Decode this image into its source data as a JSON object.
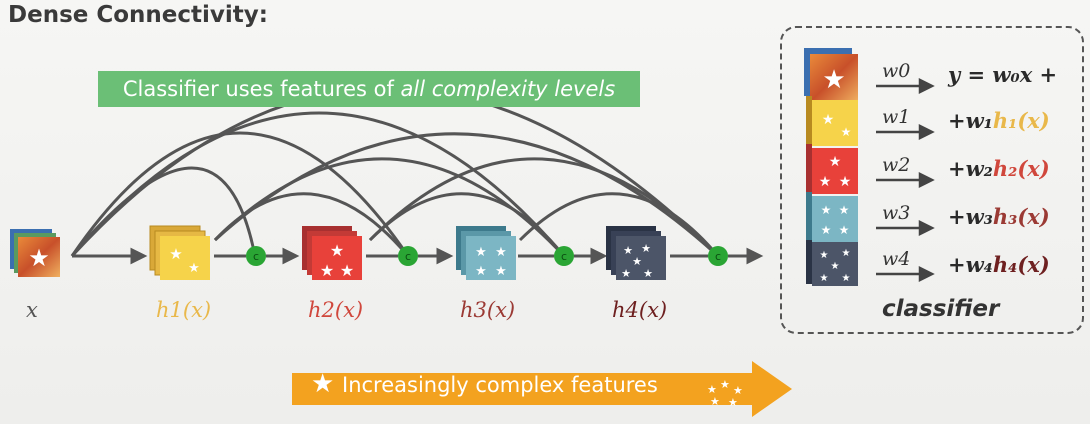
{
  "title": "Dense Connectivity:",
  "banner": {
    "prefix": "Classifier uses features of ",
    "emphasis": "all complexity levels"
  },
  "layers": [
    {
      "name": "x",
      "color": "#555555"
    },
    {
      "name": "h1(x)",
      "color": "#e9b84a"
    },
    {
      "name": "h2(x)",
      "color": "#d0473c"
    },
    {
      "name": "h3(x)",
      "color": "#9b3a34"
    },
    {
      "name": "h4(x)",
      "color": "#6e2020"
    }
  ],
  "concat_symbol": "c",
  "bottom_arrow": {
    "text": "Increasingly complex features"
  },
  "classifier": {
    "label": "classifier",
    "weights": [
      "w0",
      "w1",
      "w2",
      "w3",
      "w4"
    ],
    "eq0": "y = w₀x +",
    "eq_terms": [
      {
        "prefix": "+w₁",
        "h": "h₁(x)",
        "hcolor": "#e9b84a"
      },
      {
        "prefix": "+w₂",
        "h": "h₂(x)",
        "hcolor": "#d0473c"
      },
      {
        "prefix": "+w₃",
        "h": "h₃(x)",
        "hcolor": "#9b3a34"
      },
      {
        "prefix": "+w₄",
        "h": "h₄(x)",
        "hcolor": "#6e2020"
      }
    ]
  },
  "colors": {
    "green": "#6bbf76",
    "orange": "#f3a21f",
    "node_green": "#2aa534",
    "arc": "#555555"
  }
}
